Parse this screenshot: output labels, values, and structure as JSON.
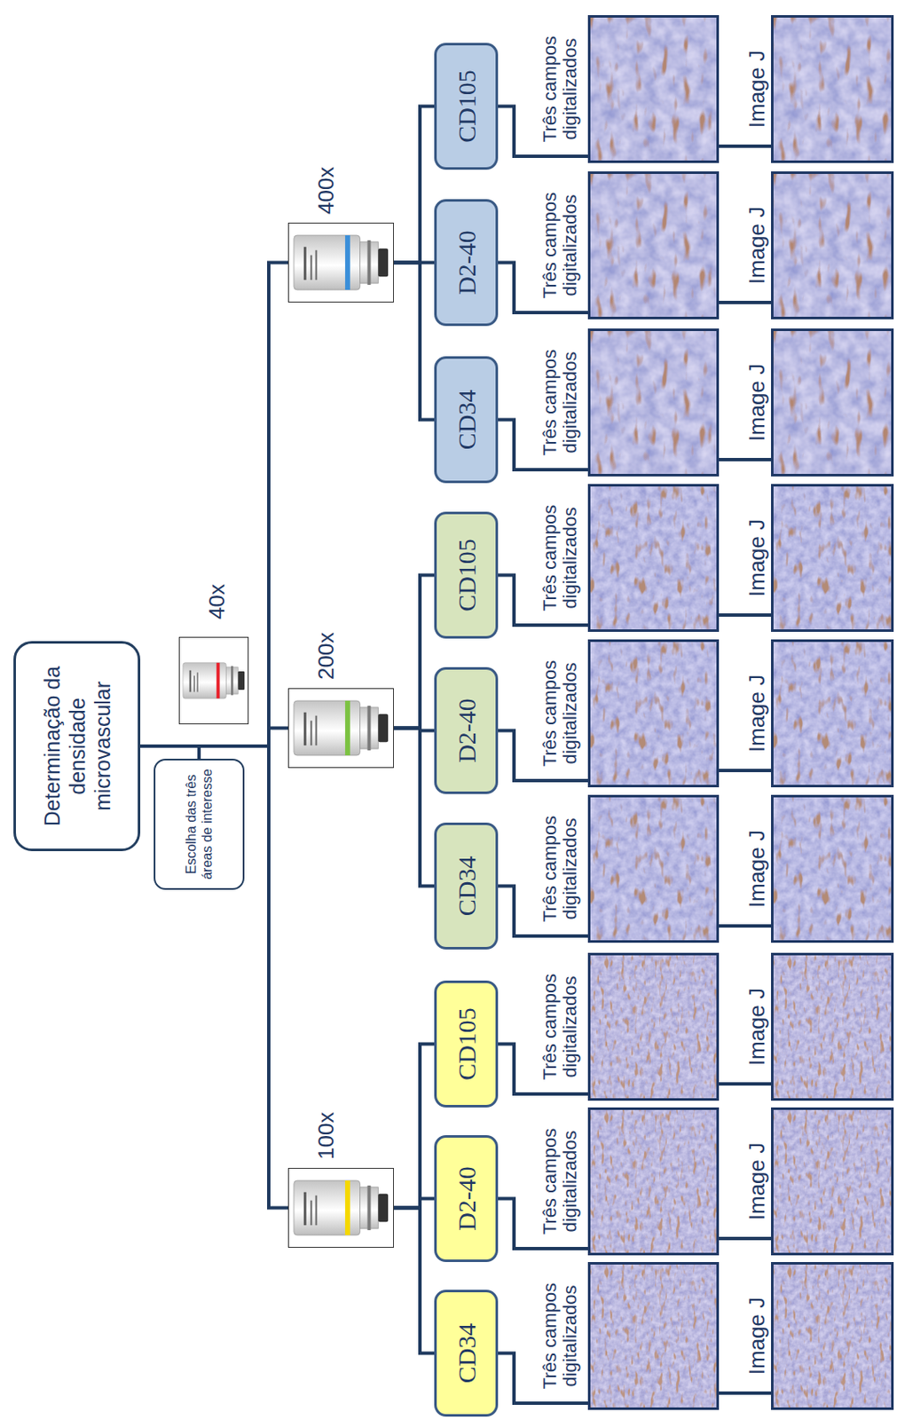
{
  "diagram": {
    "nodes": [
      {
        "text": [
          "Determinação da densidade microvascular"
        ]
      },
      {
        "text": [
          "Escolha das três áreas de interesse"
        ]
      },
      {
        "text": [
          "40x"
        ]
      },
      {
        "text": [
          "100x"
        ]
      },
      {
        "text": [
          "200x"
        ]
      },
      {
        "text": [
          "400x"
        ]
      },
      {
        "text": [
          "CD34"
        ]
      },
      {
        "text": [
          "D2-40"
        ]
      },
      {
        "text": [
          "CD105"
        ]
      },
      {
        "text": [
          "CD34"
        ]
      },
      {
        "text": [
          "D2-40"
        ]
      },
      {
        "text": [
          "CD105"
        ]
      },
      {
        "text": [
          "CD34"
        ]
      },
      {
        "text": [
          "D2-40"
        ]
      },
      {
        "text": [
          "CD105"
        ]
      },
      {
        "text": [
          "Três campos digitalizados"
        ]
      },
      {
        "text": [
          "Image J"
        ]
      },
      {
        "text": [
          "Três campos digitalizados"
        ]
      },
      {
        "text": [
          "Image J"
        ]
      },
      {
        "text": [
          "Três campos digitalizados"
        ]
      },
      {
        "text": [
          "Image J"
        ]
      },
      {
        "text": [
          "Três campos digitalizados"
        ]
      },
      {
        "text": [
          "Image J"
        ]
      },
      {
        "text": [
          "Três campos digitalizados"
        ]
      },
      {
        "text": [
          "Image J"
        ]
      },
      {
        "text": [
          "Três campos digitalizados"
        ]
      },
      {
        "text": [
          "Image J"
        ]
      },
      {
        "text": [
          "Três campos digitalizados"
        ]
      },
      {
        "text": [
          "Image J"
        ]
      },
      {
        "text": [
          "Três campos digitalizados"
        ]
      },
      {
        "text": [
          "Image J"
        ]
      },
      {
        "text": [
          "Três campos digitalizados"
        ]
      },
      {
        "text": [
          "Image J"
        ]
      }
    ],
    "edges": [
      {
        "from": 0,
        "to": 1,
        "arrow": "none"
      },
      {
        "from": 0,
        "to": 3,
        "arrow": "none"
      },
      {
        "from": 0,
        "to": 4,
        "arrow": "none"
      },
      {
        "from": 0,
        "to": 5,
        "arrow": "none"
      },
      {
        "from": 3,
        "to": 6,
        "arrow": "none"
      },
      {
        "from": 3,
        "to": 7,
        "arrow": "none"
      },
      {
        "from": 3,
        "to": 8,
        "arrow": "none"
      },
      {
        "from": 4,
        "to": 9,
        "arrow": "none"
      },
      {
        "from": 4,
        "to": 10,
        "arrow": "none"
      },
      {
        "from": 4,
        "to": 11,
        "arrow": "none"
      },
      {
        "from": 5,
        "to": 12,
        "arrow": "none"
      },
      {
        "from": 5,
        "to": 13,
        "arrow": "none"
      },
      {
        "from": 5,
        "to": 14,
        "arrow": "none"
      },
      {
        "from": 6,
        "to": 15,
        "arrow": "none"
      },
      {
        "from": 15,
        "to": 16,
        "arrow": "none"
      },
      {
        "from": 7,
        "to": 17,
        "arrow": "none"
      },
      {
        "from": 17,
        "to": 18,
        "arrow": "none"
      },
      {
        "from": 8,
        "to": 19,
        "arrow": "none"
      },
      {
        "from": 19,
        "to": 20,
        "arrow": "none"
      },
      {
        "from": 9,
        "to": 21,
        "arrow": "none"
      },
      {
        "from": 21,
        "to": 22,
        "arrow": "none"
      },
      {
        "from": 10,
        "to": 23,
        "arrow": "none"
      },
      {
        "from": 23,
        "to": 24,
        "arrow": "none"
      },
      {
        "from": 11,
        "to": 25,
        "arrow": "none"
      },
      {
        "from": 25,
        "to": 26,
        "arrow": "none"
      },
      {
        "from": 12,
        "to": 27,
        "arrow": "none"
      },
      {
        "from": 27,
        "to": 28,
        "arrow": "none"
      },
      {
        "from": 13,
        "to": 29,
        "arrow": "none"
      },
      {
        "from": 29,
        "to": 30,
        "arrow": "none"
      },
      {
        "from": 14,
        "to": 31,
        "arrow": "none"
      },
      {
        "from": 31,
        "to": 32,
        "arrow": "none"
      }
    ]
  }
}
